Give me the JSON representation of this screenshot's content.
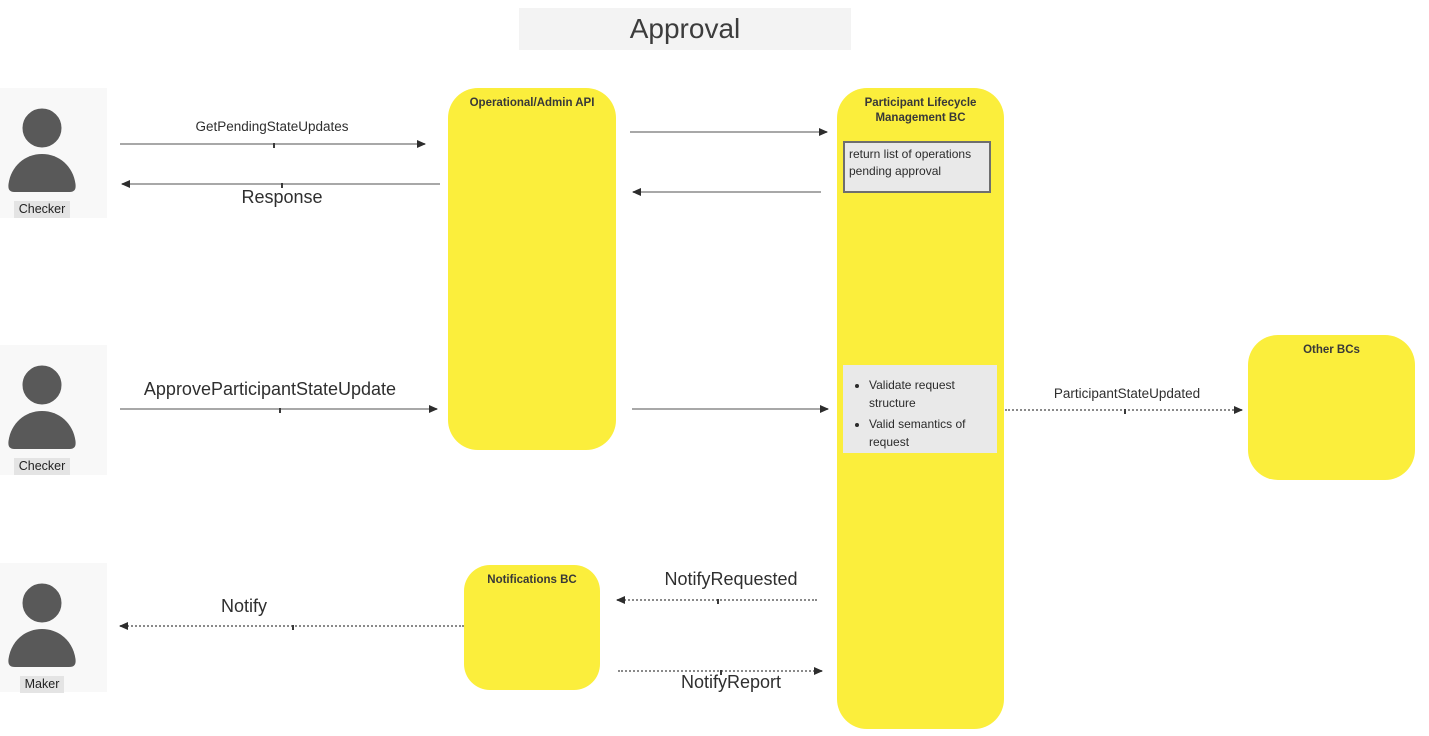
{
  "title": "Approval",
  "actors": [
    {
      "label": "Checker"
    },
    {
      "label": "Checker"
    },
    {
      "label": "Maker"
    }
  ],
  "components": {
    "api": {
      "label": "Operational/Admin API"
    },
    "plm": {
      "label": "Participant Lifecycle Management BC"
    },
    "notifications": {
      "label": "Notifications BC"
    },
    "other": {
      "label": "Other BCs"
    }
  },
  "notes": {
    "pending": {
      "text": "return list of operations pending approval"
    },
    "validate": {
      "items": [
        "Validate request structure",
        "Valid semantics of request"
      ]
    }
  },
  "messages": {
    "get_pending": {
      "label": "GetPendingStateUpdates",
      "style": "solid",
      "direction": "right"
    },
    "response": {
      "label": "Response",
      "style": "solid",
      "direction": "left"
    },
    "approve": {
      "label": "ApproveParticipantStateUpdate",
      "style": "solid",
      "direction": "right"
    },
    "state_updated": {
      "label": "ParticipantStateUpdated",
      "style": "dotted",
      "direction": "right"
    },
    "notify_requested": {
      "label": "NotifyRequested",
      "style": "dotted",
      "direction": "left"
    },
    "notify_report": {
      "label": "NotifyReport",
      "style": "dotted",
      "direction": "right"
    },
    "notify": {
      "label": "Notify",
      "style": "dotted",
      "direction": "left"
    }
  },
  "colors": {
    "box_fill": "#FBEE3C",
    "note_fill": "#E9E9E9",
    "note_border": "#6E6E6E",
    "title_bg": "#F3F3F3",
    "actor_bg": "#F8F8F8",
    "actor_icon": "#595959",
    "label_bg": "#E4E4E4",
    "line": "#A8A8A8",
    "arrowhead": "#2D2D2D"
  }
}
